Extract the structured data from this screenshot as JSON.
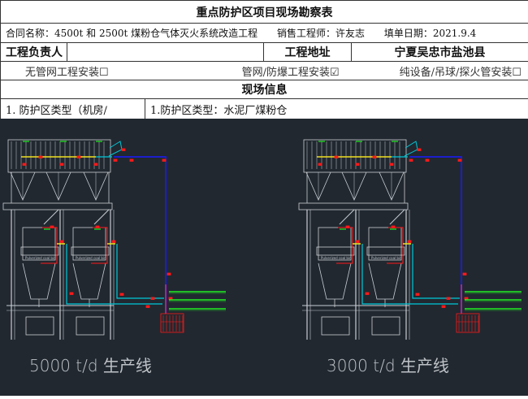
{
  "form": {
    "title": "重点防护区项目现场勘察表",
    "contract": "合同名称：4500t 和 2500t 煤粉仓气体灭火系统改造工程",
    "engineer": "销售工程师：许友志",
    "date": "填单日期：2021.9.4",
    "manager_label": "工程负责人",
    "manager_value": "",
    "address_label": "工程地址",
    "address_value": "宁夏吴忠市盐池县",
    "install_options": [
      "无管网工程安装☐",
      "管网/防爆工程安装☑",
      "纯设备/吊球/探火管安装☐"
    ],
    "site_info": "现场信息",
    "zone_type_label": "1. 防护区类型（机房/",
    "zone_type_value": "1.防护区类型：水泥厂煤粉仓"
  },
  "drawing": {
    "left_caption": "5000 t/d 生产线",
    "right_caption": "3000 t/d 生产线",
    "bin_label": "Pulverized coal bin",
    "colors": {
      "background": "#212830",
      "structure": "#c8ccd2",
      "pipe_main": "#1a1aff",
      "pipe_branch": "#00c8d8",
      "header": "#f0e020",
      "nozzle": "#ff1a1a",
      "label": "#22ee22",
      "riser": "#c020c0"
    }
  }
}
